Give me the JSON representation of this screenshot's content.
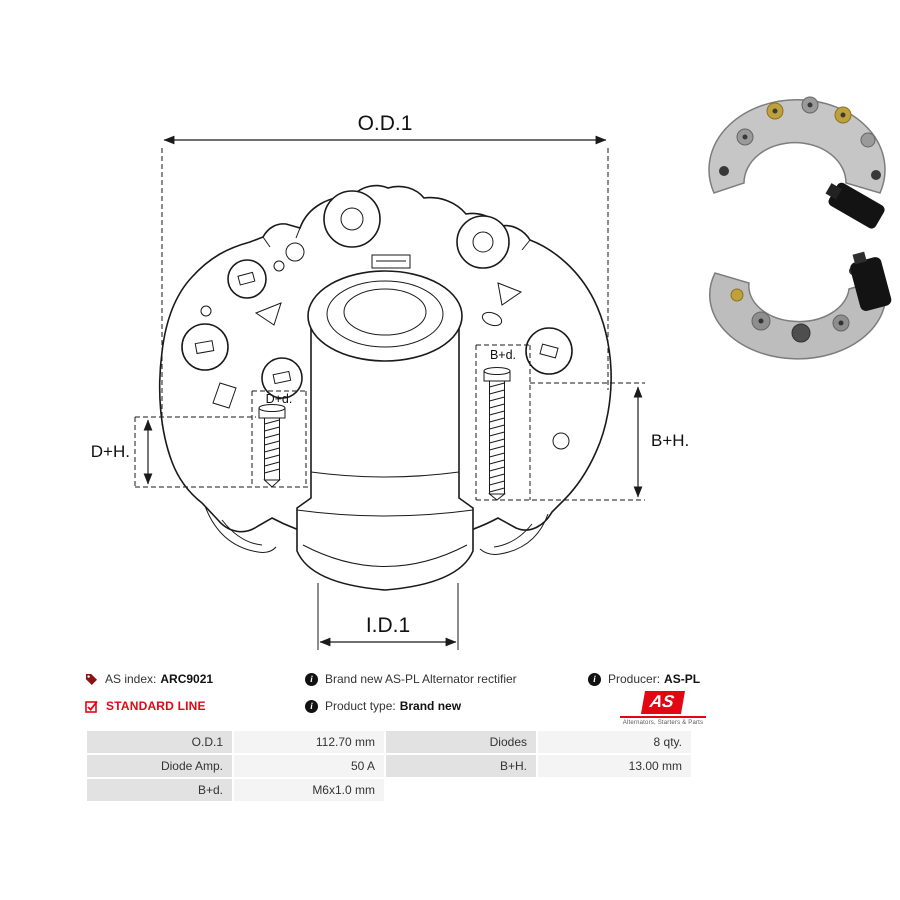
{
  "colors": {
    "accent_red": "#e30613",
    "line": "#1a1a1a"
  },
  "icons": {
    "info_glyph": "i"
  },
  "drawing": {
    "od1": "O.D.1",
    "id1": "I.D.1",
    "dh": "D+H.",
    "bh": "B+H.",
    "dd": "D+d.",
    "bd": "B+d."
  },
  "info": {
    "as_index_label": "AS index:",
    "as_index_value": "ARC9021",
    "standard_line": "STANDARD LINE",
    "description": "Brand new AS-PL Alternator rectifier",
    "product_type_label": "Product type:",
    "product_type_value": "Brand new",
    "producer_label": "Producer:",
    "producer_value": "AS-PL",
    "logo_text": "AS",
    "logo_sub": "Alternators, Starters & Parts"
  },
  "spec_table": {
    "rows": [
      {
        "l1": "O.D.1",
        "v1": "112.70 mm",
        "l2": "Diodes",
        "v2": "8 qty."
      },
      {
        "l1": "Diode Amp.",
        "v1": "50 A",
        "l2": "B+H.",
        "v2": "13.00 mm"
      },
      {
        "l1": "B+d.",
        "v1": "M6x1.0 mm",
        "l2": "",
        "v2": ""
      }
    ]
  }
}
